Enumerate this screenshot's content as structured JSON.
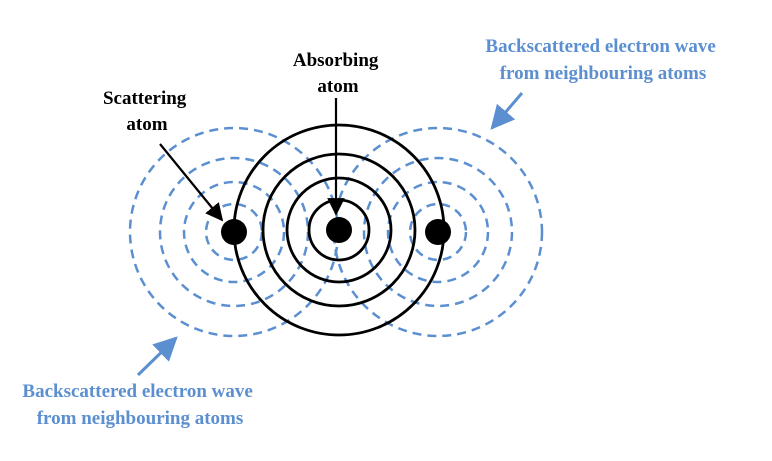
{
  "colors": {
    "wave": "#5b8fd0",
    "label_blue": "#5b8fd0",
    "solid": "#000000",
    "atom": "#000000"
  },
  "labels": {
    "absorbing": [
      "Absorbing",
      "atom"
    ],
    "scattering": [
      "Scattering",
      "atom"
    ],
    "backscatter_top": [
      "Backscattered electron wave",
      "from neighbouring atoms"
    ],
    "backscatter_bottom": [
      "Backscattered electron wave",
      "from neighbouring atoms"
    ]
  }
}
